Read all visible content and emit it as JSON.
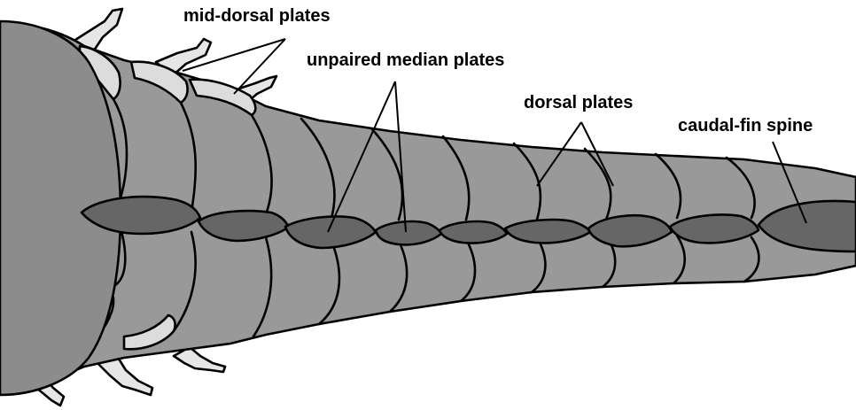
{
  "labels": {
    "mid_dorsal_plates": "mid-dorsal plates",
    "unpaired_median_plates": "unpaired median plates",
    "dorsal_plates": "dorsal plates",
    "caudal_fin_spine": "caudal-fin spine"
  },
  "colors": {
    "background": "#ffffff",
    "dorsal_plate_fill": "#999999",
    "median_plate_fill": "#666666",
    "head_fill": "#8c8c8c",
    "mid_dorsal_plate_fill": "#dcdcdc",
    "spine_fill": "#e6e6e6",
    "outline": "#000000"
  }
}
